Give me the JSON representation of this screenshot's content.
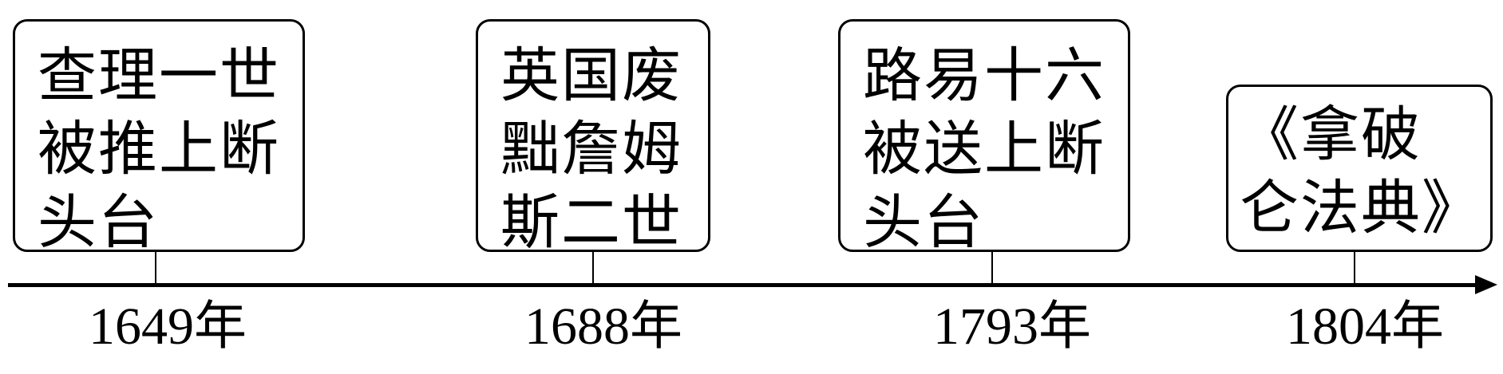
{
  "events": [
    {
      "year": "1649年",
      "text": "查理一世\n被推上断\n头台"
    },
    {
      "year": "1688年",
      "text": "英国废\n黜詹姆\n斯二世"
    },
    {
      "year": "1793年",
      "text": "路易十六\n被送上断\n头台"
    },
    {
      "year": "1804年",
      "text": "《拿破\n仑法典》"
    }
  ]
}
